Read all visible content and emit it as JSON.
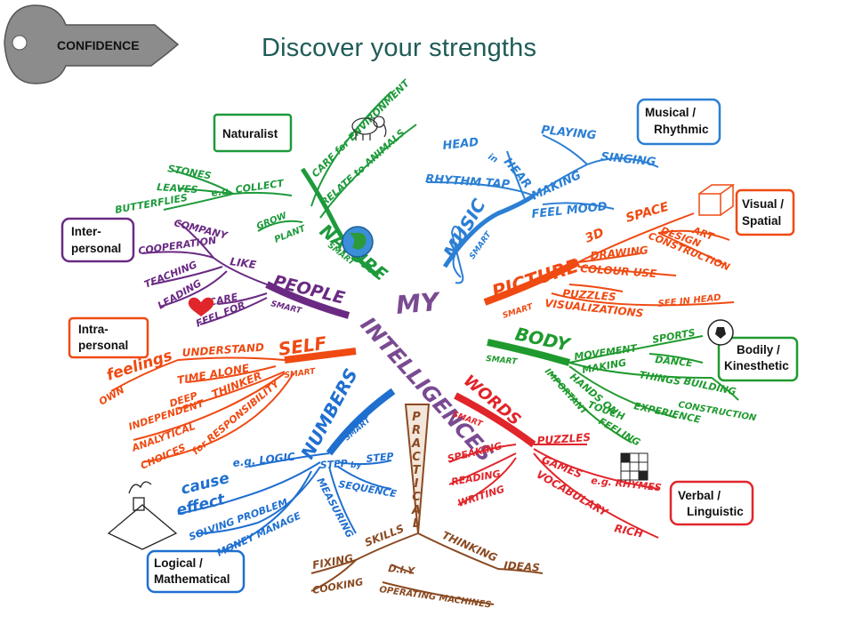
{
  "title": "Discover your strengths",
  "key_label": "CONFIDENCE",
  "colors": {
    "title": "#1f5c57",
    "nature": "#1d9a3b",
    "music": "#2b7fd4",
    "picture": "#ef4a12",
    "body": "#1f9a2e",
    "words": "#e0252b",
    "practical": "#8a4a22",
    "numbers": "#1f6fd0",
    "self": "#ef4a12",
    "people": "#6a2a83",
    "center": "#7a4a92"
  },
  "center": {
    "my": "MY",
    "intelligences": "INTELLIGENCES"
  },
  "boxes": {
    "naturalist": [
      "Naturalist"
    ],
    "musical": [
      "Musical /",
      "Rhythmic"
    ],
    "visual": [
      "Visual /",
      "Spatial"
    ],
    "interpersonal": [
      "Inter-",
      "personal"
    ],
    "intrapersonal": [
      "Intra-",
      "personal"
    ],
    "bodily": [
      "Bodily /",
      "Kinesthetic"
    ],
    "verbal": [
      "Verbal /",
      "Linguistic"
    ],
    "logical": [
      "Logical /",
      "Mathematical"
    ]
  },
  "branches": {
    "nature": {
      "main": "NATURE",
      "smart": "SMART",
      "words": [
        "CARE for ENVIRONMENT",
        "RELATE to ANIMALS",
        "GROW",
        "PLANT",
        "e.g. COLLECT",
        "STONES",
        "LEAVES",
        "BUTTERFLIES"
      ]
    },
    "music": {
      "main": "MUSIC",
      "smart": "SMART",
      "words": [
        "HEAD",
        "in",
        "HEAR",
        "RHYTHM TAP",
        "PLAYING",
        "SINGING",
        "MAKING",
        "FEEL MOOD"
      ]
    },
    "picture": {
      "main": "PICTURE",
      "smart": "SMART",
      "words": [
        "3D",
        "SPACE",
        "ART",
        "DESIGN",
        "CONSTRUCTION",
        "DRAWING",
        "COLOUR USE",
        "PUZZLES",
        "VISUALIZATIONS",
        "SEE IN HEAD"
      ]
    },
    "body": {
      "main": "BODY",
      "smart": "SMART",
      "words": [
        "MOVEMENT",
        "SPORTS",
        "DANCE",
        "MAKING",
        "THINGS",
        "BUILDING",
        "HANDS ON",
        "EXPERIENCE",
        "CONSTRUCTION",
        "IMPORTANT",
        "TOUCH",
        "FEELING"
      ]
    },
    "words": {
      "main": "WORDS",
      "smart": "SMART",
      "words": [
        "PUZZLES",
        "GAMES",
        "e.g. RHYMES",
        "SPEAKING",
        "READING",
        "WRITING",
        "VOCABULARY",
        "RICH"
      ]
    },
    "practical": {
      "main": "PRACTICAL",
      "words": [
        "FIXING",
        "SKILLS",
        "D.I.Y",
        "THINKING",
        "IDEAS",
        "COOKING",
        "OPERATING MACHINES"
      ]
    },
    "numbers": {
      "main": "NUMBERS",
      "smart": "SMART",
      "words": [
        "e.g. LOGIC",
        "STEP",
        "by",
        "STEP",
        "SEQUENCE",
        "cause",
        "effect",
        "SOLVING PROBLEM",
        "MONEY MANAGE",
        "MEASURING"
      ]
    },
    "self": {
      "main": "SELF",
      "smart": "SMART",
      "words": [
        "UNDERSTAND",
        "OWN",
        "feelings",
        "TIME ALONE",
        "DEEP",
        "THINKER",
        "INDEPENDENT",
        "ANALYTICAL",
        "CHOICES",
        "for RESPONSIBILITY"
      ]
    },
    "people": {
      "main": "PEOPLE",
      "smart": "SMART",
      "words": [
        "COMPANY",
        "COOPERATION",
        "LIKE",
        "TEACHING",
        "LEADING",
        "CARE",
        "FEEL FOR"
      ]
    }
  }
}
